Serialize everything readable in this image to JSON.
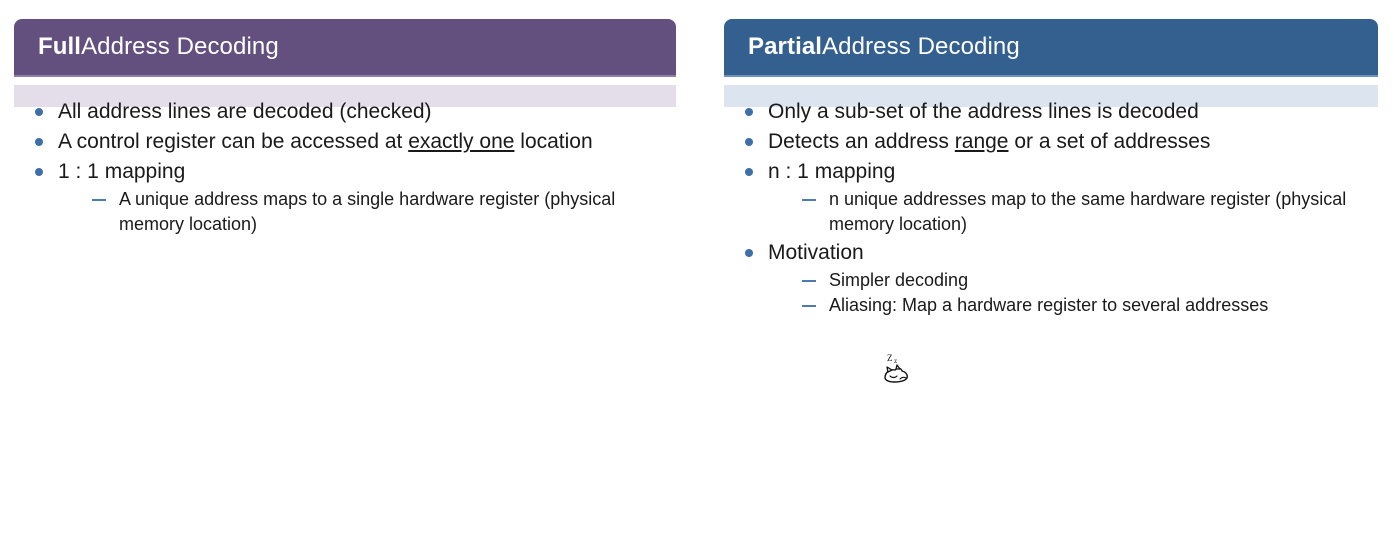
{
  "slide": {
    "background_color": "#ffffff",
    "bullet_color": "#3E6FA8",
    "dash_color": "#4E7BAE"
  },
  "panels": [
    {
      "id": "full-address-decoding",
      "header_strong": "Full",
      "header_rest": " Address Decoding",
      "header_color": "#63507F",
      "body_color": "#E4DEEA",
      "bullets": [
        {
          "text_parts": [
            {
              "text": "All address lines are decoded (checked)",
              "underline": false
            }
          ],
          "subbullets": []
        },
        {
          "text_parts": [
            {
              "text": "A control register can be accessed at ",
              "underline": false
            },
            {
              "text": "exactly one",
              "underline": true
            },
            {
              "text": " location",
              "underline": false
            }
          ],
          "subbullets": []
        },
        {
          "text_parts": [
            {
              "text": "1 : 1 mapping",
              "underline": false
            }
          ],
          "subbullets": [
            "A unique address maps to a single hardware register (physical memory location)"
          ]
        }
      ]
    },
    {
      "id": "partial-address-decoding",
      "header_strong": "Partial",
      "header_rest": " Address Decoding",
      "header_color": "#33608F",
      "body_color": "#DCE4F0",
      "bullets": [
        {
          "text_parts": [
            {
              "text": "Only a sub-set of the address lines is decoded",
              "underline": false
            }
          ],
          "subbullets": []
        },
        {
          "text_parts": [
            {
              "text": "Detects an address ",
              "underline": false
            },
            {
              "text": "range",
              "underline": true
            },
            {
              "text": " or a set of addresses",
              "underline": false
            }
          ],
          "subbullets": []
        },
        {
          "text_parts": [
            {
              "text": "n : 1 mapping",
              "underline": false
            }
          ],
          "subbullets": [
            "n unique addresses map to the same hardware register (physical memory location)"
          ]
        },
        {
          "text_parts": [
            {
              "text": "Motivation",
              "underline": false
            }
          ],
          "subbullets": [
            "Simpler decoding",
            "Aliasing: Map a hardware register to several addresses"
          ]
        }
      ]
    }
  ],
  "cursor": {
    "icon": "sleeping-cat-cursor",
    "label": "Zz"
  }
}
